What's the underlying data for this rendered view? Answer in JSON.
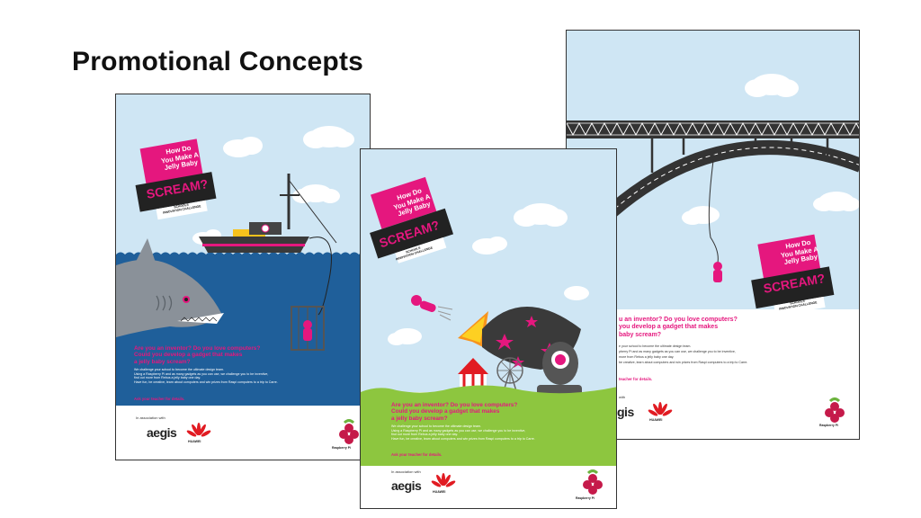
{
  "slide": {
    "title": "Promotional Concepts"
  },
  "poster_common": {
    "badge": {
      "line1": "How Do",
      "line2": "You Make A",
      "line3": "Jelly Baby",
      "scream": "SCREAM?",
      "sub1": "SCHOOLS",
      "sub2": "INNOVATION CHALLENGE"
    },
    "question": {
      "line1": "Are you an inventor? Do you love computers?",
      "line2": "Could you develop a gadget that makes",
      "line3": "a jelly baby scream?"
    },
    "body": {
      "line1": "We challenge your school to become the ultimate design team.",
      "line2": "Using a Raspberry Pi and as many gadgets as you can use, we challenge you to be inventive,",
      "line3": "find out more from Rebus a jelly baby one day.",
      "line4": "Have fun, be creative, learn about computers and win prizes from Raspi computers to a trip to Carre."
    },
    "cta": "Ask your teacher for details.",
    "assoc": "In association with",
    "aegis": "aegis",
    "huawei": "HUAWEI",
    "rpi": "Raspberry Pi"
  },
  "poster_right_partial": {
    "q1": "u an inventor? Do you love computers?",
    "q2": "you develop a gadget that makes",
    "q3": "baby scream?",
    "b1": "e your school to become the ultimate design team.",
    "b2": "pberry Pi and as many gadgets as you can use, we challenge you to be inventive,",
    "b3": "more from Rebus a jelly baby one day.",
    "b4": "be creative, learn about computers and win prizes from Raspi computers to a trip to Carre.",
    "cta": "teacher for details.",
    "assoc": "with",
    "aegis": "gis"
  },
  "colors": {
    "pink": "#e5177e",
    "sky": "#cfe6f4",
    "sea": "#1f5f9a",
    "grass": "#8dc63f",
    "dark": "#3a3a3a"
  }
}
